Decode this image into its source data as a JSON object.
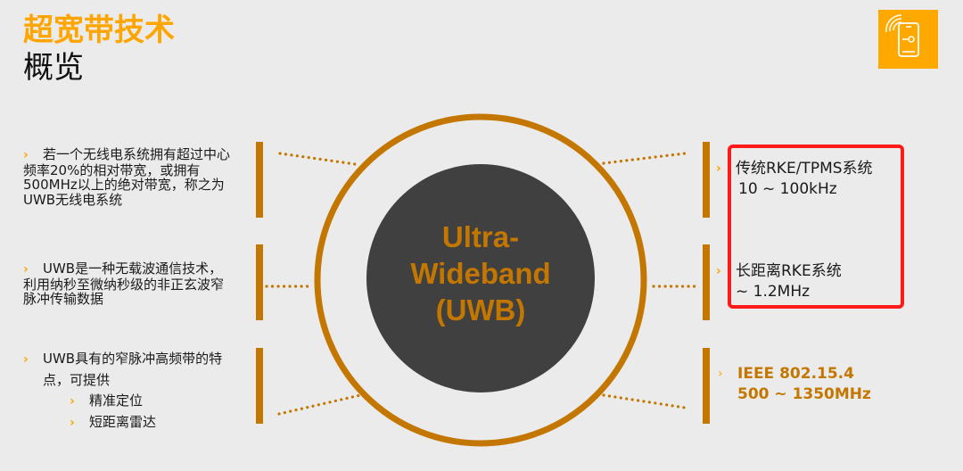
{
  "header": {
    "title": "超宽带技术",
    "subtitle": "概览",
    "logo_icon": "smartphone-key-wireless-icon"
  },
  "center": {
    "line1": "Ultra-",
    "line2": "Wideband",
    "line3": "(UWB)"
  },
  "left_items": [
    {
      "bullet": "›",
      "lines": [
        "若一个无线电系统拥有超过中心",
        "频率20%的相对带宽，或拥有",
        "500MHz以上的绝对带宽，称之为",
        "UWB无线电系统"
      ]
    },
    {
      "bullet": "›",
      "lines": [
        "UWB是一种无载波通信技术，",
        "利用纳秒至微纳秒级的非正玄波窄",
        "脉冲传输数据"
      ]
    },
    {
      "bullet": "›",
      "lines": [
        "UWB具有的窄脉冲高频带的特",
        "点，可提供"
      ],
      "sub_items": [
        {
          "bullet": "›",
          "label": "精准定位"
        },
        {
          "bullet": "›",
          "label": "短距离雷达"
        }
      ]
    }
  ],
  "right_items": [
    {
      "bullet": "›",
      "line1": "传统RKE/TPMS系统",
      "line2": "10 ~ 100kHz"
    },
    {
      "bullet": "›",
      "line1": "长距离RKE系统",
      "line2": "~ 1.2MHz"
    },
    {
      "bullet": "›",
      "line1": "IEEE 802.15.4",
      "line2": "500 ~ 1350MHz"
    }
  ],
  "colors": {
    "background": "#ebebeb",
    "title_orange": "#ffa500",
    "accent_brown": "#c47700",
    "inner_circle": "#404040",
    "highlight_red": "#ff1a1a",
    "logo_bg": "#ffa800"
  }
}
